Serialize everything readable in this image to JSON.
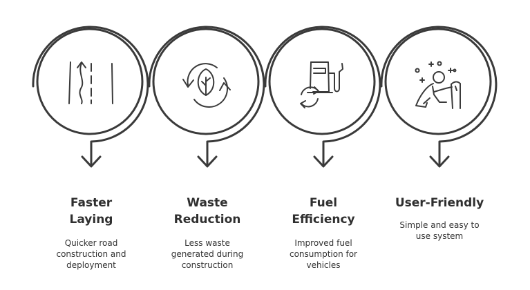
{
  "stroke_color": "#3a3a3a",
  "steps": [
    {
      "icon": "road-icon",
      "title_lines": [
        "Faster",
        "Laying"
      ],
      "desc_lines": [
        "Quicker road",
        "construction and",
        "deployment"
      ]
    },
    {
      "icon": "recycle-leaf-icon",
      "title_lines": [
        "Waste",
        "Reduction"
      ],
      "desc_lines": [
        "Less waste",
        "generated during",
        "construction"
      ]
    },
    {
      "icon": "fuel-pump-icon",
      "title_lines": [
        "Fuel",
        "Efficiency"
      ],
      "desc_lines": [
        "Improved fuel",
        "consumption for",
        "vehicles"
      ]
    },
    {
      "icon": "user-friendly-icon",
      "title_lines": [
        "User-Friendly"
      ],
      "desc_lines": [
        "Simple and easy to",
        "use system"
      ]
    }
  ]
}
